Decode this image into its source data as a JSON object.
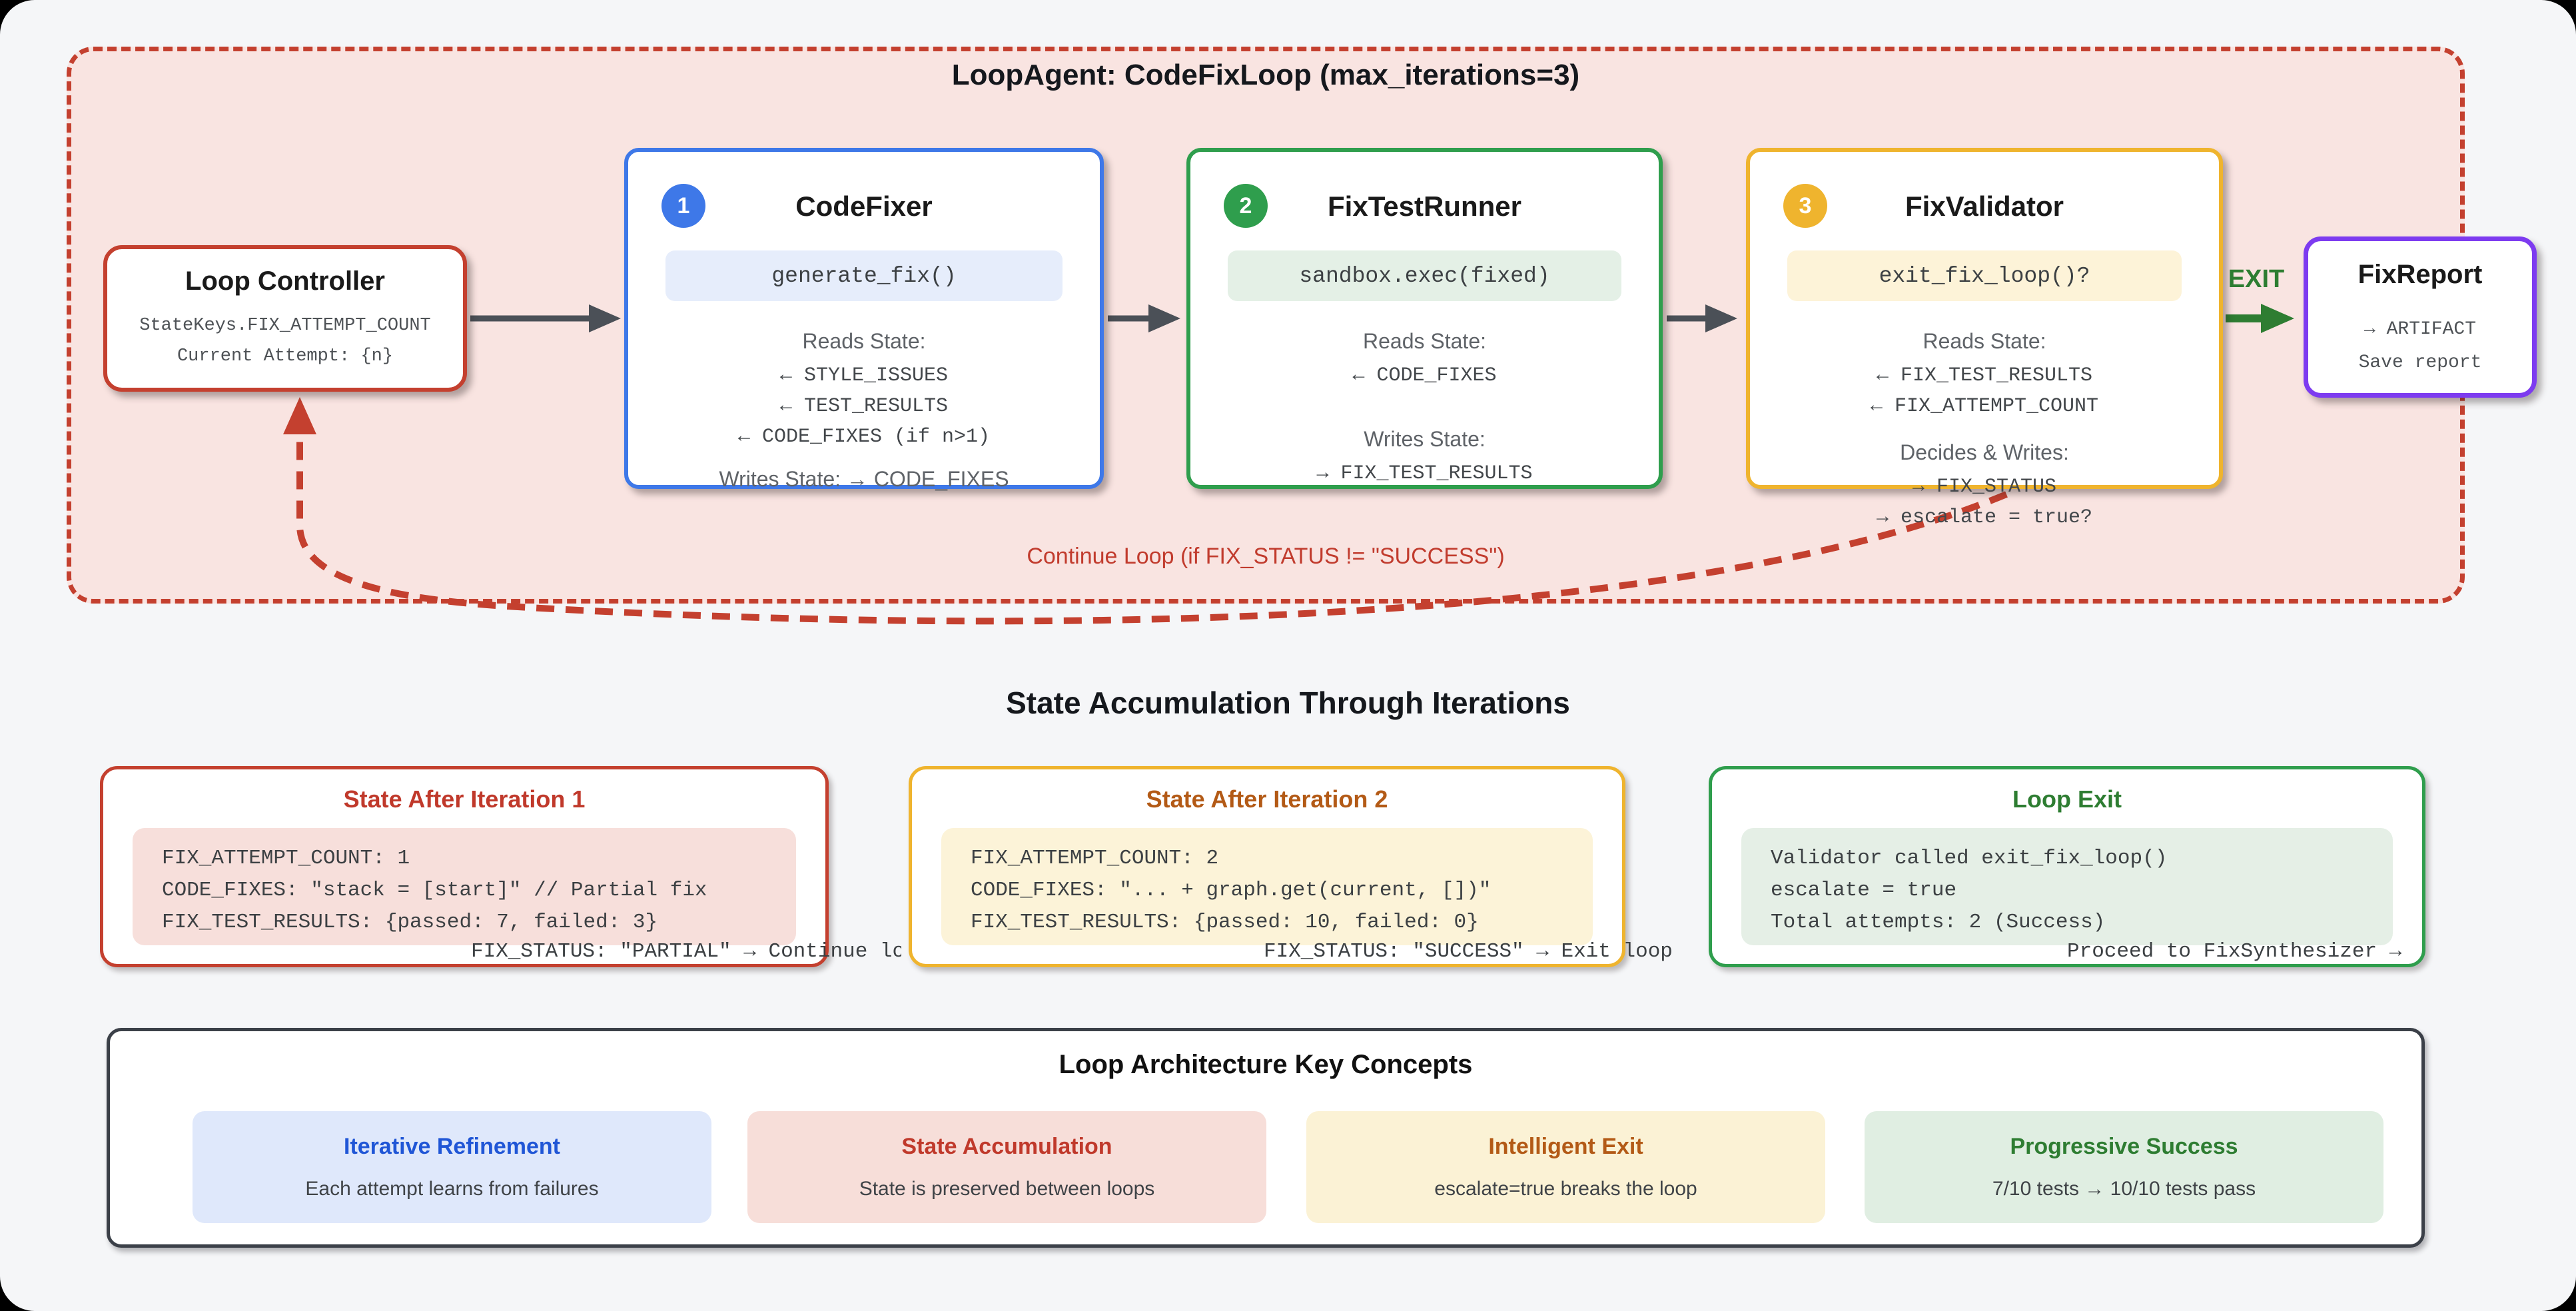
{
  "colors": {
    "page_bg": "#f5f6f8",
    "loop_bg": "#f9e4e1",
    "red": "#c4402f",
    "blue": "#3e78e8",
    "green": "#2f9e4d",
    "amber": "#efb42e",
    "purple": "#7d3bf0",
    "exit_green": "#2e7d32",
    "arrow_gray": "#4b5057"
  },
  "loop": {
    "title": "LoopAgent: CodeFixLoop (max_iterations=3)",
    "controller": {
      "title": "Loop Controller",
      "line1": "StateKeys.FIX_ATTEMPT_COUNT",
      "line2": "Current Attempt: {n}"
    },
    "code_fixer": {
      "number": "1",
      "title": "CodeFixer",
      "method": "generate_fix()",
      "reads_label": "Reads State:",
      "reads": [
        "← STYLE_ISSUES",
        "← TEST_RESULTS",
        "← CODE_FIXES (if n>1)"
      ],
      "writes_line": "Writes State: → CODE_FIXES"
    },
    "fix_test_runner": {
      "number": "2",
      "title": "FixTestRunner",
      "method": "sandbox.exec(fixed)",
      "reads_label": "Reads State:",
      "reads": [
        "← CODE_FIXES"
      ],
      "writes_label": "Writes State:",
      "writes": [
        "→ FIX_TEST_RESULTS"
      ]
    },
    "fix_validator": {
      "number": "3",
      "title": "FixValidator",
      "method": "exit_fix_loop()?",
      "reads_label": "Reads State:",
      "reads": [
        "← FIX_TEST_RESULTS",
        "← FIX_ATTEMPT_COUNT"
      ],
      "decides_label": "Decides & Writes:",
      "writes": [
        "→ FIX_STATUS",
        "→ escalate = true?"
      ]
    },
    "exit_label": "EXIT",
    "fix_report": {
      "title": "FixReport",
      "line1": "→ ARTIFACT",
      "line2": "Save report"
    },
    "continue_label": "Continue Loop (if FIX_STATUS != \"SUCCESS\")"
  },
  "state_section": {
    "title": "State Accumulation Through Iterations",
    "boxes": [
      {
        "title": "State After Iteration 1",
        "code": [
          "FIX_ATTEMPT_COUNT: 1",
          "CODE_FIXES: \"stack = [start]\" // Partial fix",
          "FIX_TEST_RESULTS: {passed: 7, failed: 3}"
        ],
        "footer": "FIX_STATUS: \"PARTIAL\" → Continue loop"
      },
      {
        "title": "State After Iteration 2",
        "code": [
          "FIX_ATTEMPT_COUNT: 2",
          "CODE_FIXES: \"... + graph.get(current, [])\"",
          "FIX_TEST_RESULTS: {passed: 10, failed: 0}"
        ],
        "footer": "FIX_STATUS: \"SUCCESS\" → Exit loop"
      },
      {
        "title": "Loop Exit",
        "code": [
          "Validator called exit_fix_loop()",
          "escalate = true",
          "Total attempts: 2 (Success)"
        ],
        "footer": "Proceed to FixSynthesizer →"
      }
    ]
  },
  "concepts": {
    "title": "Loop Architecture Key Concepts",
    "cards": [
      {
        "title": "Iterative Refinement",
        "subtitle": "Each attempt learns from failures"
      },
      {
        "title": "State Accumulation",
        "subtitle": "State is preserved between loops"
      },
      {
        "title": "Intelligent Exit",
        "subtitle": "escalate=true breaks the loop"
      },
      {
        "title": "Progressive Success",
        "subtitle": "7/10 tests → 10/10 tests pass"
      }
    ]
  }
}
